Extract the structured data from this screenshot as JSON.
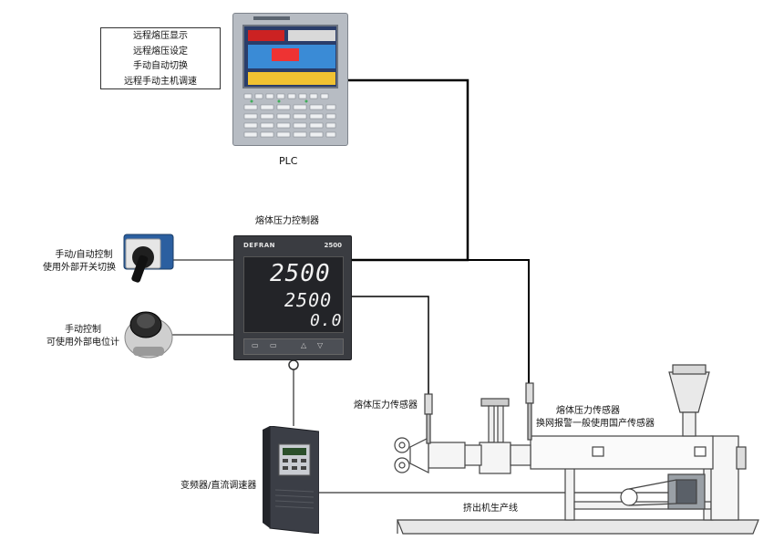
{
  "plc": {
    "functions": [
      "远程熔压显示",
      "远程熔压设定",
      "手动自动切换",
      "远程手动主机调速"
    ],
    "label": "PLC"
  },
  "controller": {
    "title": "熔体压力控制器",
    "brand": "DEFRAN",
    "model": "2500",
    "display": [
      "2500",
      "2500",
      "0.0"
    ]
  },
  "switch": {
    "label_line1": "手动/自动控制",
    "label_line2": "使用外部开关切换"
  },
  "potentiometer": {
    "label_line1": "手动控制",
    "label_line2": "可使用外部电位计"
  },
  "inverter": {
    "label": "变频器/直流调速器"
  },
  "sensor_left": {
    "label": "熔体压力传感器"
  },
  "sensor_right": {
    "label_line1": "熔体压力传感器",
    "label_line2": "换网报警一般使用国产传感器"
  },
  "extruder": {
    "label": "挤出机生产线"
  },
  "colors": {
    "wire": "#000000",
    "thin_wire": "#222222",
    "device_dark": "#3a3c41",
    "device_light": "#b7bcc3"
  }
}
